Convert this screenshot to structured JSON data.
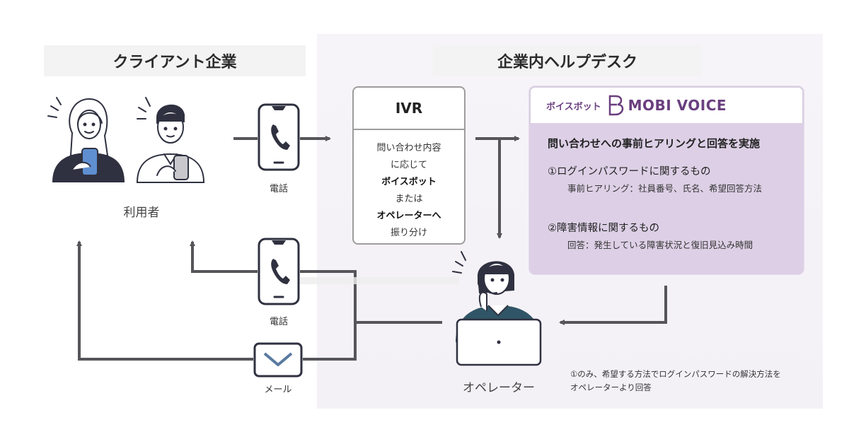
{
  "headers": {
    "client": "クライアント企業",
    "helpdesk": "企業内ヘルプデスク"
  },
  "labels": {
    "users": "利用者",
    "phone_in": "電話",
    "phone_out": "電話",
    "mail": "メール",
    "operator": "オペレーター"
  },
  "ivr": {
    "title": "IVR",
    "line1": "問い合わせ内容",
    "line2": "に応じて",
    "line3": "ボイスボット",
    "line4": "または",
    "line5": "オペレーターへ",
    "line6": "振り分け"
  },
  "mobi": {
    "prefix": "ボイスボット",
    "brand": "MOBI VOICE",
    "heading": "問い合わせへの事前ヒアリングと回答を実施",
    "item1": "①ログインパスワードに関するもの",
    "item1_detail": "事前ヒアリング：社員番号、氏名、希望回答方法",
    "item2": "②障害情報に関するもの",
    "item2_detail": "回答：発生している障害状況と復旧見込み時間"
  },
  "footnote": {
    "line1": "①のみ、希望する方法でログインパスワードの解決方法を",
    "line2": "オペレーターより回答"
  },
  "colors": {
    "line": "#55555a",
    "accent_purple": "#6a3f7f",
    "mobi_bg": "#ddd0e6",
    "helpdesk_bg": "#f5f2f7"
  }
}
